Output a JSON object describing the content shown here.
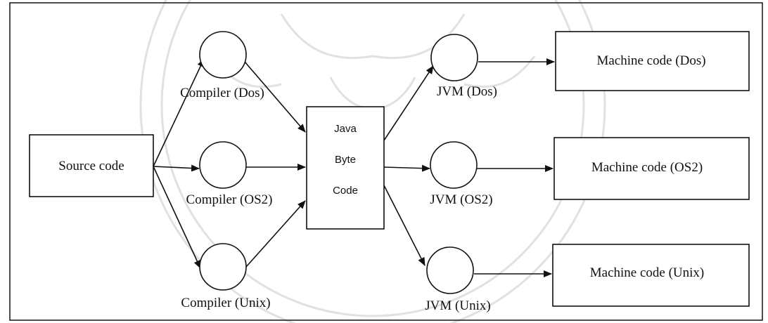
{
  "diagram": {
    "source_label": "Source code",
    "compilers": [
      {
        "label": "Compiler (Dos)"
      },
      {
        "label": "Compiler (OS2)"
      },
      {
        "label": "Compiler (Unix)"
      }
    ],
    "bytecode_lines": [
      "Java",
      "Byte",
      "Code"
    ],
    "jvms": [
      {
        "label": "JVM (Dos)"
      },
      {
        "label": "JVM (OS2)"
      },
      {
        "label": "JVM (Unix)"
      }
    ],
    "machine_codes": [
      {
        "label": "Machine code (Dos)"
      },
      {
        "label": "Machine code (OS2)"
      },
      {
        "label": "Machine code (Unix)"
      }
    ]
  }
}
